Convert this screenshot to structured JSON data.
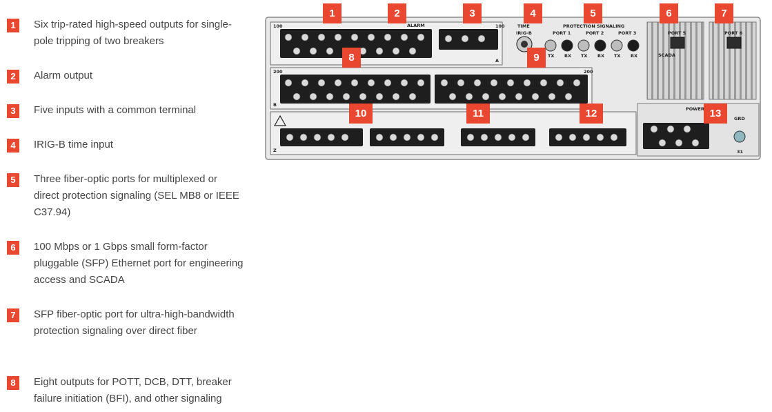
{
  "features": [
    {
      "num": "1",
      "text": "Six trip-rated high-speed outputs for single-pole tripping of two breakers"
    },
    {
      "num": "2",
      "text": "Alarm output"
    },
    {
      "num": "3",
      "text": "Five inputs with a common terminal"
    },
    {
      "num": "4",
      "text": "IRIG-B time input"
    },
    {
      "num": "5",
      "text": "Three fiber-optic ports for multiplexed or direct protection signaling (SEL MB8 or IEEE C37.94)"
    },
    {
      "num": "6",
      "text": "100 Mbps or 1 Gbps small form-factor pluggable (SFP) Ethernet port for engineering access and SCADA"
    },
    {
      "num": "7",
      "text": "SFP fiber-optic port for ultra-high-bandwidth protection signaling over direct fiber"
    },
    {
      "num": "8",
      "text": "Eight outputs for POTT, DCB, DTT, breaker failure initiation (BFI), and other signaling"
    }
  ],
  "panel": {
    "callouts": [
      "1",
      "2",
      "3",
      "4",
      "5",
      "6",
      "7",
      "8",
      "9",
      "10",
      "11",
      "12",
      "13"
    ],
    "labels": {
      "board100": "100",
      "board200": "200",
      "boardZ": "Z",
      "time": "TIME",
      "irig": "IRIG-B",
      "protection_signaling": "PROTECTION SIGNALING",
      "port1": "PORT 1",
      "port2": "PORT 2",
      "port3": "PORT 3",
      "tx": "TX",
      "rx": "RX",
      "port5": "PORT 5",
      "port6": "PORT 6",
      "scada": "SCADA",
      "power": "POWER",
      "grd": "GRD",
      "alarm": "ALARM",
      "term31": "31",
      "board_b": "B",
      "board_a": "A"
    }
  }
}
